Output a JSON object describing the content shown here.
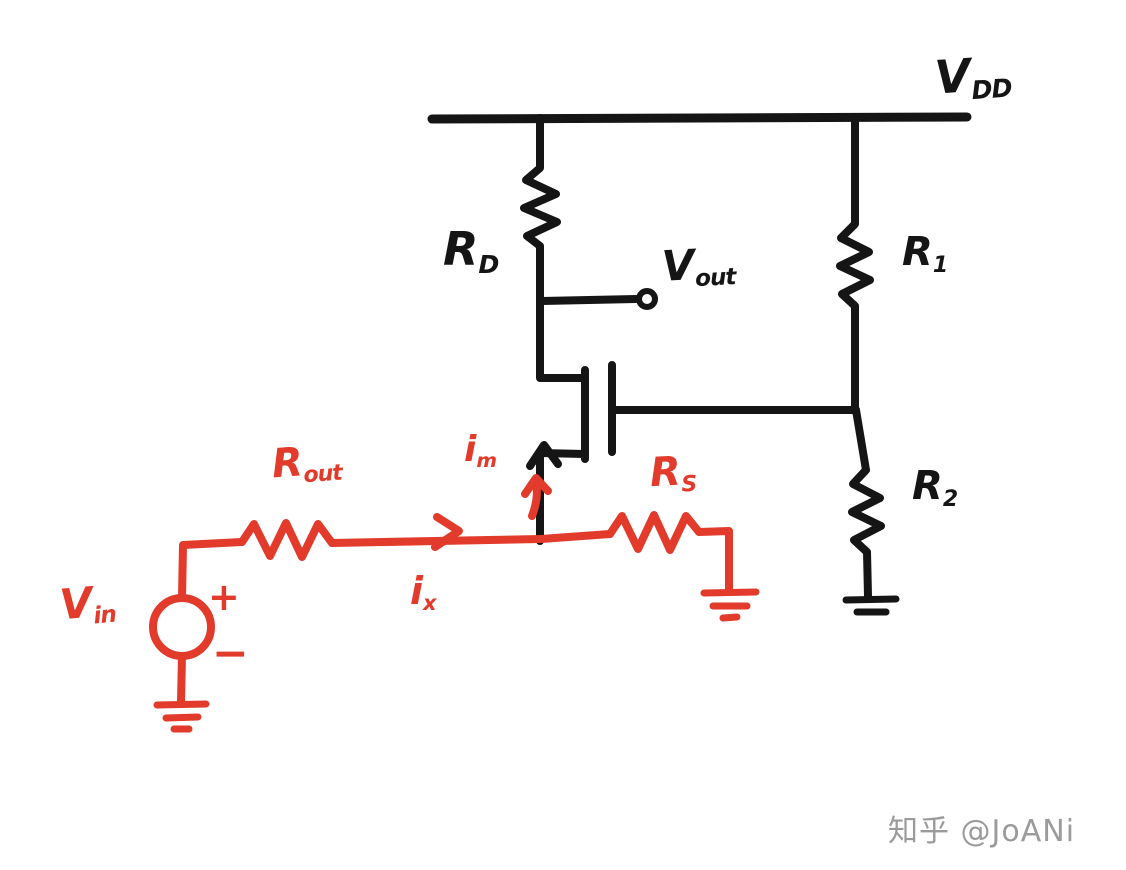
{
  "colors": {
    "ink-black": "#151515",
    "ink-red": "#e23a2b",
    "watermark-gray": "#9b9b9b",
    "background": "#ffffff"
  },
  "labels": {
    "vdd": {
      "main": "V",
      "sub": "DD"
    },
    "rd": {
      "main": "R",
      "sub": "D"
    },
    "vout": {
      "main": "V",
      "sub": "out"
    },
    "r1": {
      "main": "R",
      "sub": "1"
    },
    "r2": {
      "main": "R",
      "sub": "2"
    },
    "rout": {
      "main": "R",
      "sub": "out"
    },
    "im": {
      "main": "i",
      "sub": "m"
    },
    "ix": {
      "main": "i",
      "sub": "x"
    },
    "rs": {
      "main": "R",
      "sub": "S"
    },
    "vin": {
      "main": "V",
      "sub": "in"
    },
    "plus": "+",
    "minus": "−"
  },
  "watermark": "知乎 @JoANi"
}
